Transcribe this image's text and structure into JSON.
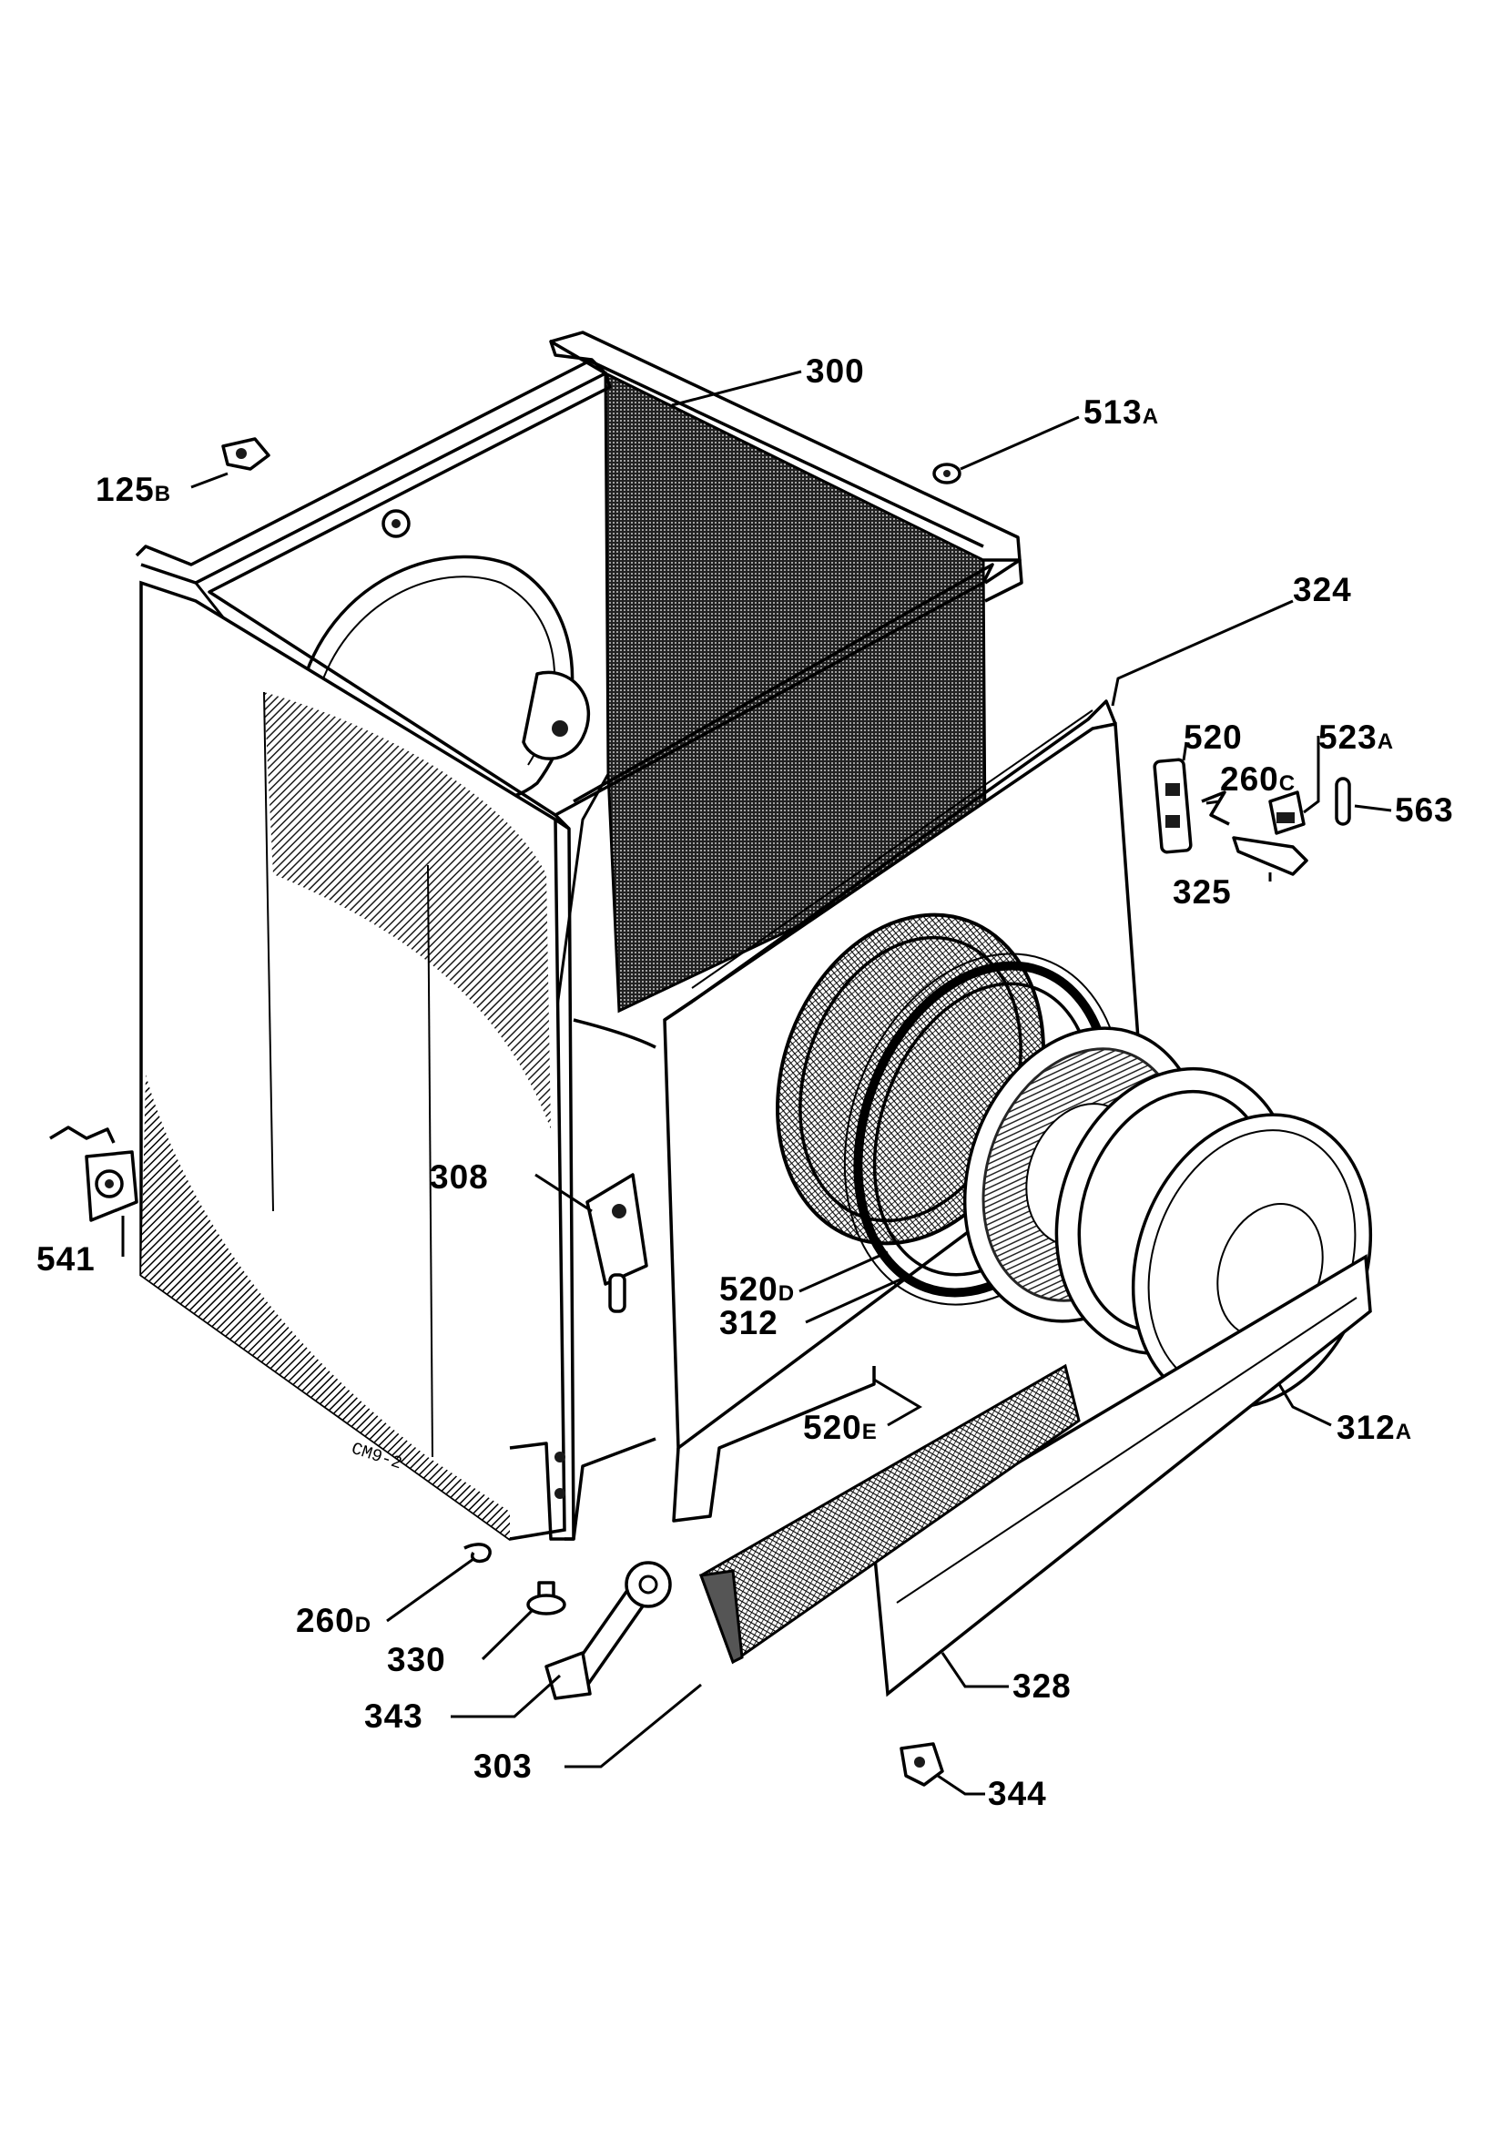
{
  "labels": {
    "l300": "300",
    "l513a": "513",
    "l513a_s": "A",
    "l125b": "125",
    "l125b_s": "B",
    "l324": "324",
    "l520": "520",
    "l523a": "523",
    "l523a_s": "A",
    "l260c": "260",
    "l260c_s": "C",
    "l563": "563",
    "l325": "325",
    "l308": "308",
    "l541": "541",
    "l520d": "520",
    "l520d_s": "D",
    "l312": "312",
    "l520e": "520",
    "l520e_s": "E",
    "l312a": "312",
    "l312a_s": "A",
    "l260d": "260",
    "l260d_s": "D",
    "l330": "330",
    "l343": "343",
    "l303": "303",
    "l328": "328",
    "l344": "344"
  },
  "markings": {
    "panel_code": "CM9-2"
  }
}
